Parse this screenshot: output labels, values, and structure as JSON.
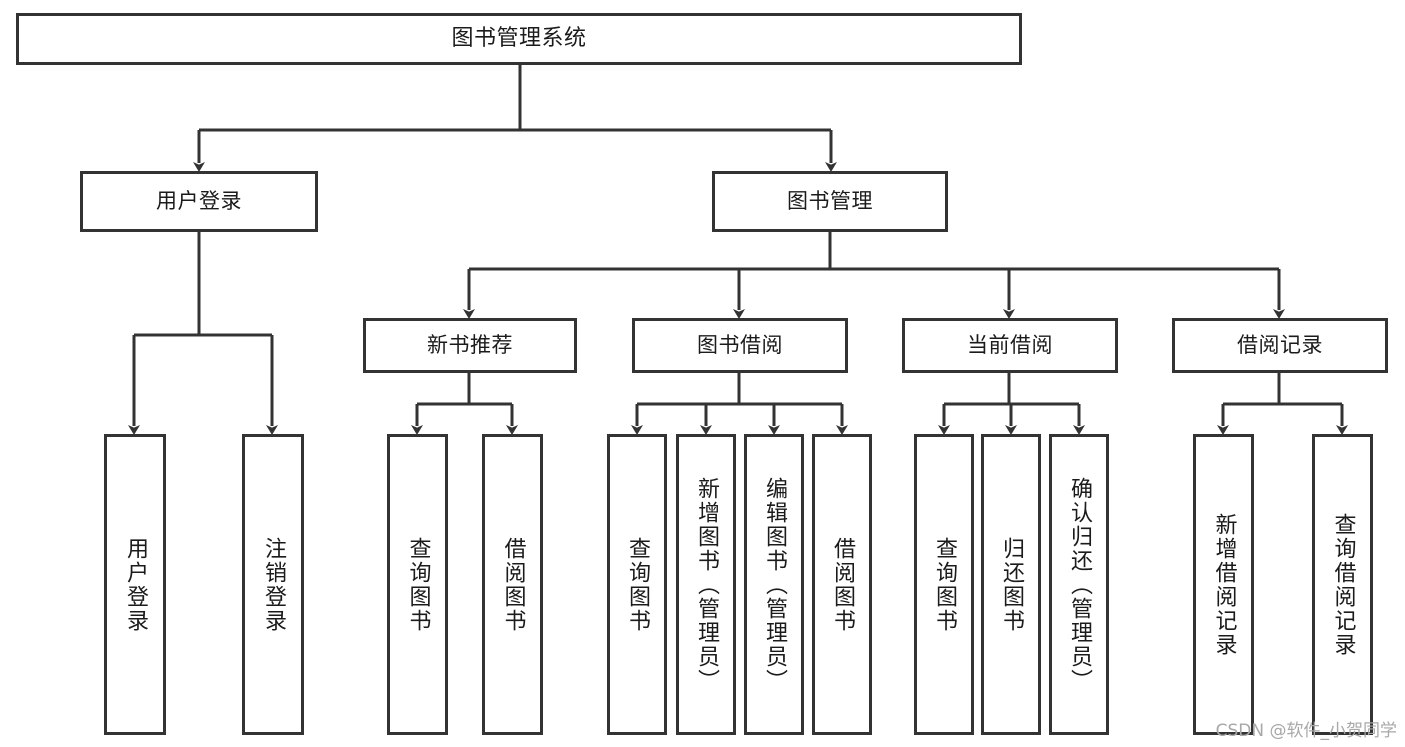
{
  "diagram": {
    "title": "图书管理系统",
    "watermark": "CSDN @软件_小贺同学",
    "colors": {
      "line": "#333333",
      "box_fill": "#ffffff",
      "text": "#1b1b1b",
      "background": "#ffffff",
      "watermark": "#a8a8a8"
    },
    "nodes": {
      "root": "图书管理系统",
      "user_login": "用户登录",
      "book_manage": "图书管理",
      "new_book_rec": "新书推荐",
      "book_borrow": "图书借阅",
      "current_borrow": "当前借阅",
      "borrow_record": "借阅记录",
      "leaf_user_login": "用户登录",
      "leaf_logout": "注销登录",
      "leaf_query_book_1": "查询图书",
      "leaf_borrow_book_1": "借阅图书",
      "leaf_query_book_2": "查询图书",
      "leaf_add_book_admin": "新增图书（管理员）",
      "leaf_edit_book_admin": "编辑图书（管理员）",
      "leaf_borrow_book_2": "借阅图书",
      "leaf_query_book_3": "查询图书",
      "leaf_return_book": "归还图书",
      "leaf_confirm_return_admin": "确认归还（管理员）",
      "leaf_add_record": "新增借阅记录",
      "leaf_query_record": "查询借阅记录"
    }
  }
}
